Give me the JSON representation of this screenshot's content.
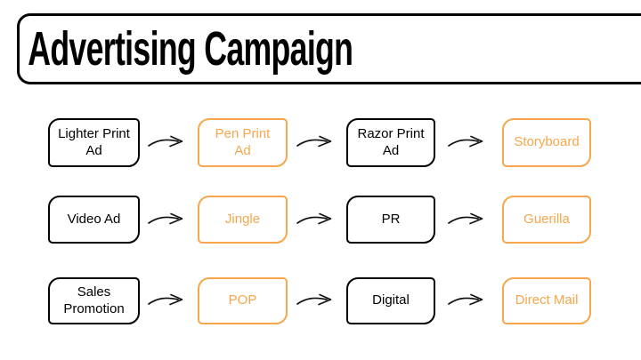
{
  "title": {
    "text": "Advertising Campaign"
  },
  "colors": {
    "orange": "#F7A64B",
    "ink": "#000000",
    "background": "#FFFFFF"
  },
  "flow": {
    "arrow_icon": "curved-right-arrow",
    "rows": [
      {
        "items": [
          {
            "label": "Lighter Print Ad",
            "variant": "black"
          },
          {
            "label": "Pen Print Ad",
            "variant": "orange"
          },
          {
            "label": "Razor Print Ad",
            "variant": "black"
          },
          {
            "label": "Storyboard",
            "variant": "orange"
          }
        ]
      },
      {
        "items": [
          {
            "label": "Video Ad",
            "variant": "black"
          },
          {
            "label": "Jingle",
            "variant": "orange"
          },
          {
            "label": "PR",
            "variant": "black"
          },
          {
            "label": "Guerilla",
            "variant": "orange"
          }
        ]
      },
      {
        "items": [
          {
            "label": "Sales Promotion",
            "variant": "black"
          },
          {
            "label": "POP",
            "variant": "orange"
          },
          {
            "label": "Digital",
            "variant": "black"
          },
          {
            "label": "Direct Mail",
            "variant": "orange"
          }
        ]
      }
    ]
  }
}
